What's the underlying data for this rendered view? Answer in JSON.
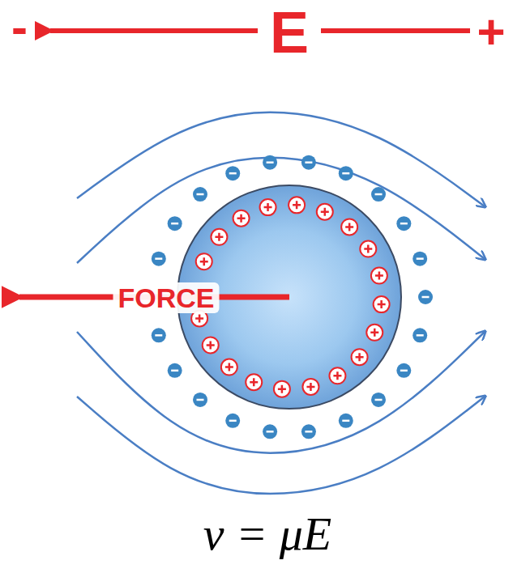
{
  "diagram": {
    "labels": [
      "-",
      "E",
      "+",
      "FORCE",
      "v = μE"
    ]
  }
}
